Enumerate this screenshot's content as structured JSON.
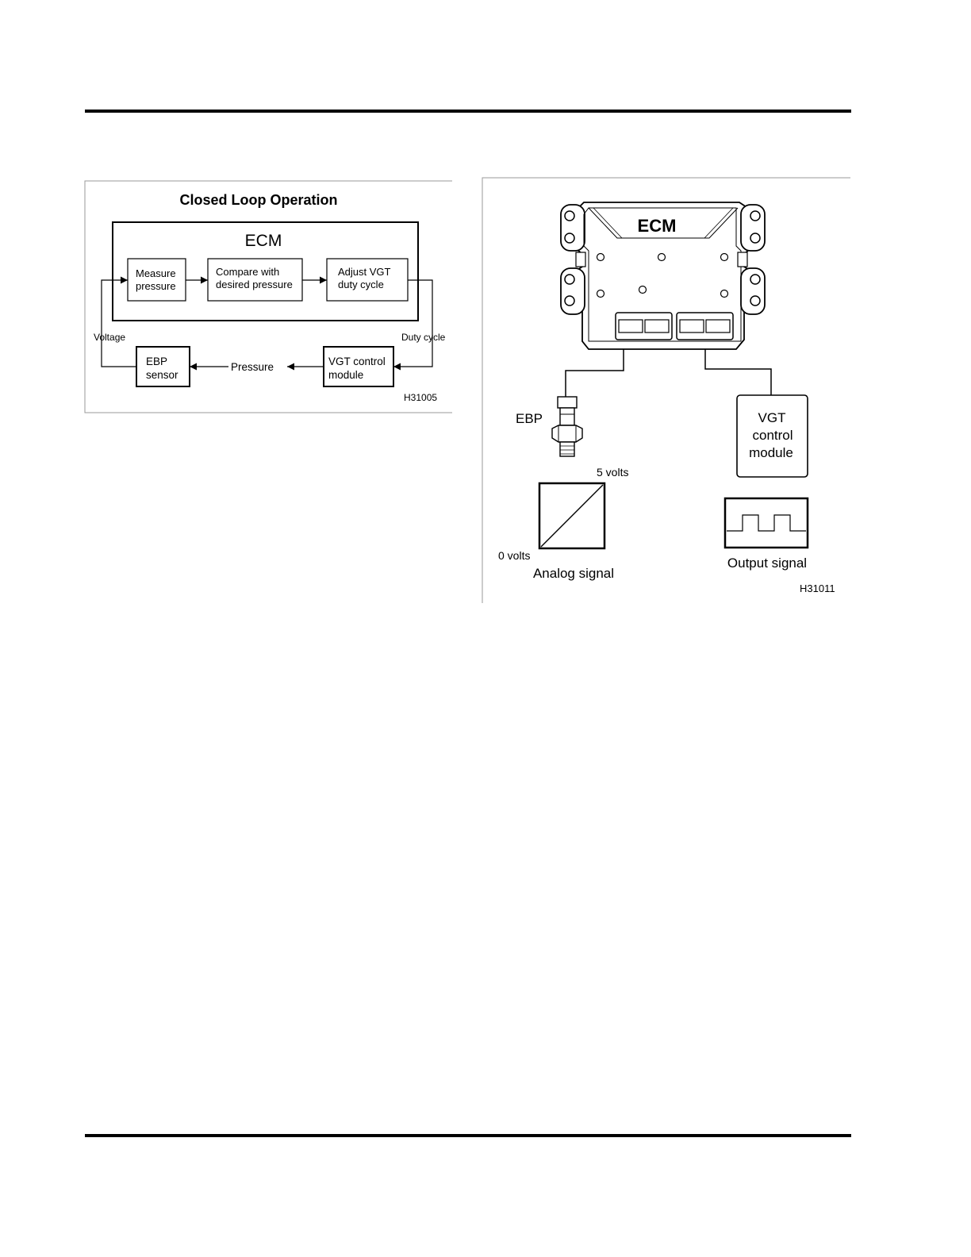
{
  "closed_loop": {
    "title": "Closed Loop Operation",
    "ecm_label": "ECM",
    "measure_line1": "Measure",
    "measure_line2": "pressure",
    "compare_line1": "Compare with",
    "compare_line2": "desired pressure",
    "adjust_line1": "Adjust VGT",
    "adjust_line2": "duty cycle",
    "voltage_label": "Voltage",
    "duty_cycle_label": "Duty cycle",
    "ebp_line1": "EBP",
    "ebp_line2": "sensor",
    "pressure_label": "Pressure",
    "vgt_line1": "VGT control",
    "vgt_line2": "module",
    "figure_id": "H31005"
  },
  "ecm_wiring": {
    "ecm_label": "ECM",
    "ebp_label": "EBP",
    "vgt_line1": "VGT",
    "vgt_line2": "control",
    "vgt_line3": "module",
    "five_volts": "5 volts",
    "zero_volts": "0 volts",
    "analog_signal": "Analog signal",
    "output_signal": "Output signal",
    "figure_id": "H31011"
  }
}
